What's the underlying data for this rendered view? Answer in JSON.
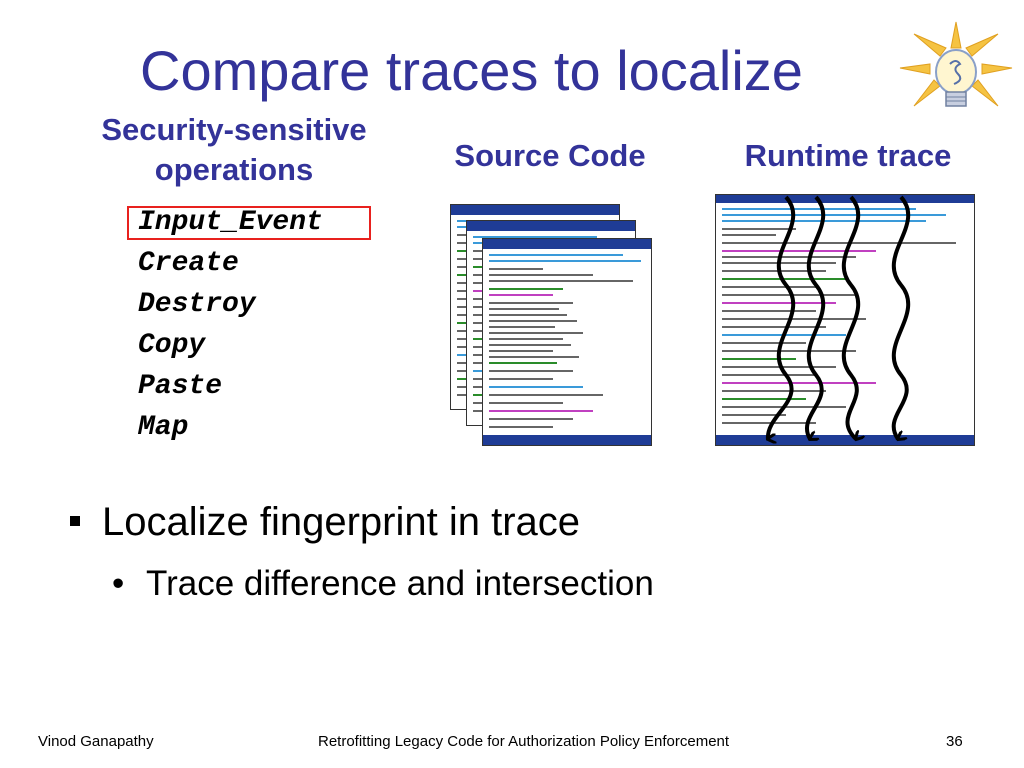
{
  "slide": {
    "title": "Compare traces to localize"
  },
  "columns": {
    "operations_heading_line1": "Security-sensitive",
    "operations_heading_line2": "operations",
    "source_heading": "Source Code",
    "runtime_heading": "Runtime trace"
  },
  "operations": [
    "Input_Event",
    "Create",
    "Destroy",
    "Copy",
    "Paste",
    "Map"
  ],
  "bullets": {
    "level1": "Localize fingerprint in trace",
    "level2": "Trace difference and intersection",
    "level2_marker": "•"
  },
  "footer": {
    "author": "Vinod Ganapathy",
    "course": "Retrofitting Legacy Code for Authorization Policy Enforcement",
    "page": "36"
  },
  "colors": {
    "title": "#333399",
    "highlight_box": "#e8211e",
    "bulb": "#f5c342"
  },
  "icons": [
    "lightbulb-icon"
  ]
}
